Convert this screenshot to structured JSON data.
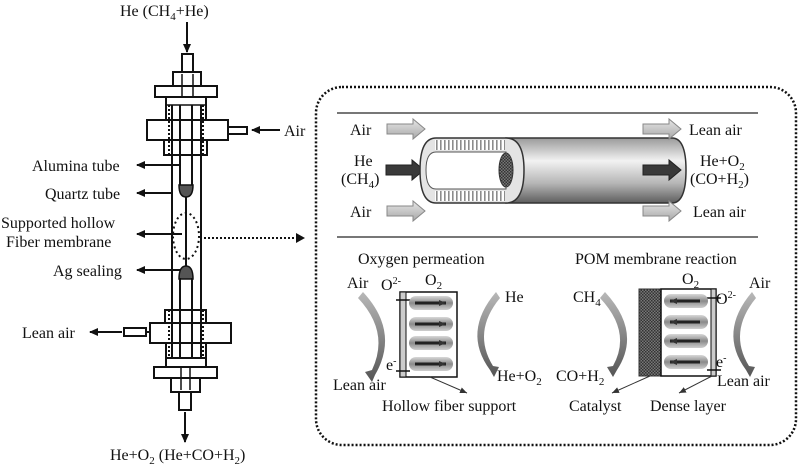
{
  "reactor": {
    "inlet_label": "He (CH",
    "inlet_sub": "4",
    "inlet_tail": "+He)",
    "air_in_label": "Air",
    "lean_air_out_label": "Lean air",
    "outlet_label": "He+O",
    "outlet_sub1": "2",
    "outlet_mid": " (He+CO+H",
    "outlet_sub2": "2",
    "outlet_tail": ")",
    "callouts": [
      {
        "id": "alumina",
        "label": "Alumina tube"
      },
      {
        "id": "quartz",
        "label": "Quartz tube"
      },
      {
        "id": "membrane",
        "label_line1": "Supported hollow",
        "label_line2": "Fiber membrane"
      },
      {
        "id": "sealing",
        "label": "Ag sealing"
      }
    ]
  },
  "detail": {
    "tube_view": {
      "air_top": "Air",
      "air_bottom": "Air",
      "feed_line1": "He",
      "feed_line2": "(CH",
      "feed_line2_sub": "4",
      "feed_line2_tail": ")",
      "lean_top": "Lean air",
      "lean_bottom": "Lean air",
      "product_line1": "He+O",
      "product_line1_sub": "2",
      "product_line2": "(CO+H",
      "product_line2_sub": "2",
      "product_line2_tail": ")"
    },
    "oxygen_permeation": {
      "title": "Oxygen permeation",
      "air": "Air",
      "lean_air": "Lean air",
      "oxide_ion": "O",
      "oxide_ion_sup": "2-",
      "o2": "O",
      "o2_sub": "2",
      "electron": "e",
      "electron_sup": "-",
      "sweep_in": "He",
      "sweep_out": "He+O",
      "sweep_out_sub": "2",
      "support_label": "Hollow fiber support"
    },
    "pom_reaction": {
      "title": "POM membrane reaction",
      "feed": "CH",
      "feed_sub": "4",
      "product": "CO+H",
      "product_sub": "2",
      "o2": "O",
      "o2_sub": "2",
      "oxide_ion": "O",
      "oxide_ion_sup": "2-",
      "electron": "e",
      "electron_sup": "-",
      "air": "Air",
      "lean_air": "Lean air",
      "catalyst_label": "Catalyst",
      "dense_label": "Dense layer"
    }
  }
}
